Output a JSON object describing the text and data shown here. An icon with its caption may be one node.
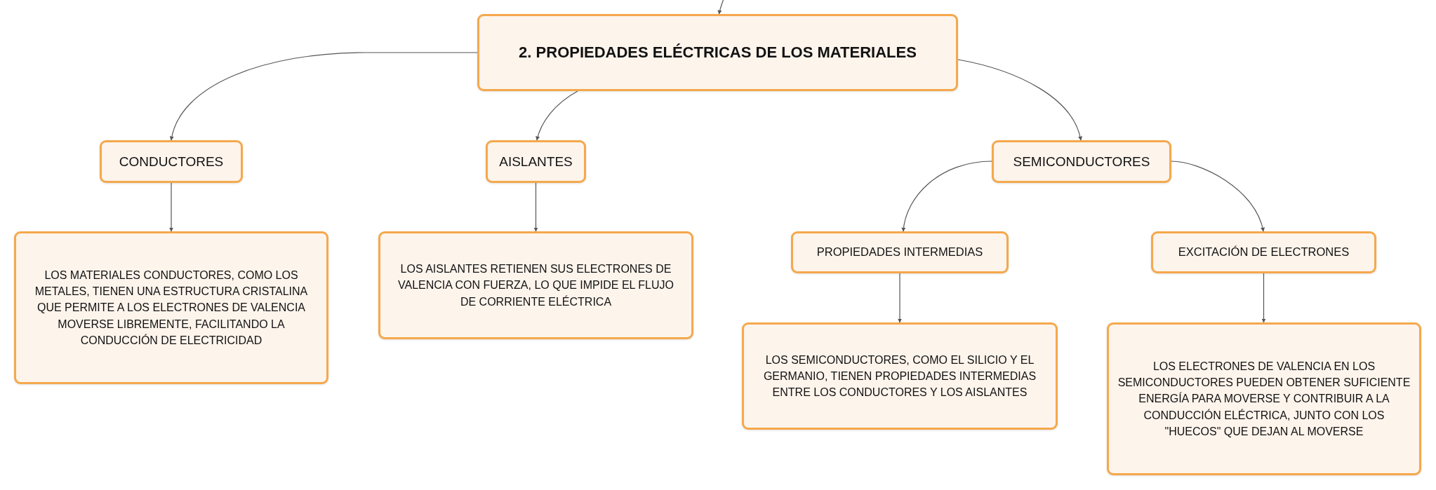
{
  "diagram": {
    "nodes": [
      {
        "text": [
          "2. PROPIEDADES ELÉCTRICAS DE LOS MATERIALES"
        ]
      },
      {
        "text": [
          "CONDUCTORES"
        ]
      },
      {
        "text": [
          "AISLANTES"
        ]
      },
      {
        "text": [
          "SEMICONDUCTORES"
        ]
      },
      {
        "text": [
          "LOS MATERIALES CONDUCTORES, COMO LOS METALES, TIENEN UNA ESTRUCTURA CRISTALINA QUE PERMITE A LOS ELECTRONES DE VALENCIA MOVERSE LIBREMENTE, FACILITANDO LA CONDUCCIÓN DE ELECTRICIDAD"
        ]
      },
      {
        "text": [
          "LOS AISLANTES RETIENEN SUS ELECTRONES DE VALENCIA CON FUERZA, LO QUE IMPIDE EL FLUJO DE CORRIENTE ELÉCTRICA"
        ]
      },
      {
        "text": [
          "PROPIEDADES INTERMEDIAS"
        ]
      },
      {
        "text": [
          "EXCITACIÓN DE ELECTRONES"
        ]
      },
      {
        "text": [
          "LOS SEMICONDUCTORES, COMO EL SILICIO Y EL GERMANIO, TIENEN PROPIEDADES INTERMEDIAS ENTRE LOS CONDUCTORES Y LOS AISLANTES"
        ]
      },
      {
        "text": [
          "LOS ELECTRONES DE VALENCIA EN LOS SEMICONDUCTORES PUEDEN OBTENER SUFICIENTE ENERGÍA PARA MOVERSE Y CONTRIBUIR A LA CONDUCCIÓN ELÉCTRICA, JUNTO CON LOS \"HUECOS\" QUE DEJAN AL MOVERSE"
        ]
      }
    ],
    "edges": [
      {
        "from": null,
        "to": 0,
        "arrow": "to"
      },
      {
        "from": 0,
        "to": 1,
        "arrow": "to"
      },
      {
        "from": 0,
        "to": 2,
        "arrow": "to"
      },
      {
        "from": 0,
        "to": 3,
        "arrow": "to"
      },
      {
        "from": 1,
        "to": 4,
        "arrow": "to"
      },
      {
        "from": 2,
        "to": 5,
        "arrow": "to"
      },
      {
        "from": 3,
        "to": 6,
        "arrow": "to"
      },
      {
        "from": 3,
        "to": 7,
        "arrow": "to"
      },
      {
        "from": 6,
        "to": 8,
        "arrow": "to"
      },
      {
        "from": 7,
        "to": 9,
        "arrow": "to"
      }
    ]
  }
}
